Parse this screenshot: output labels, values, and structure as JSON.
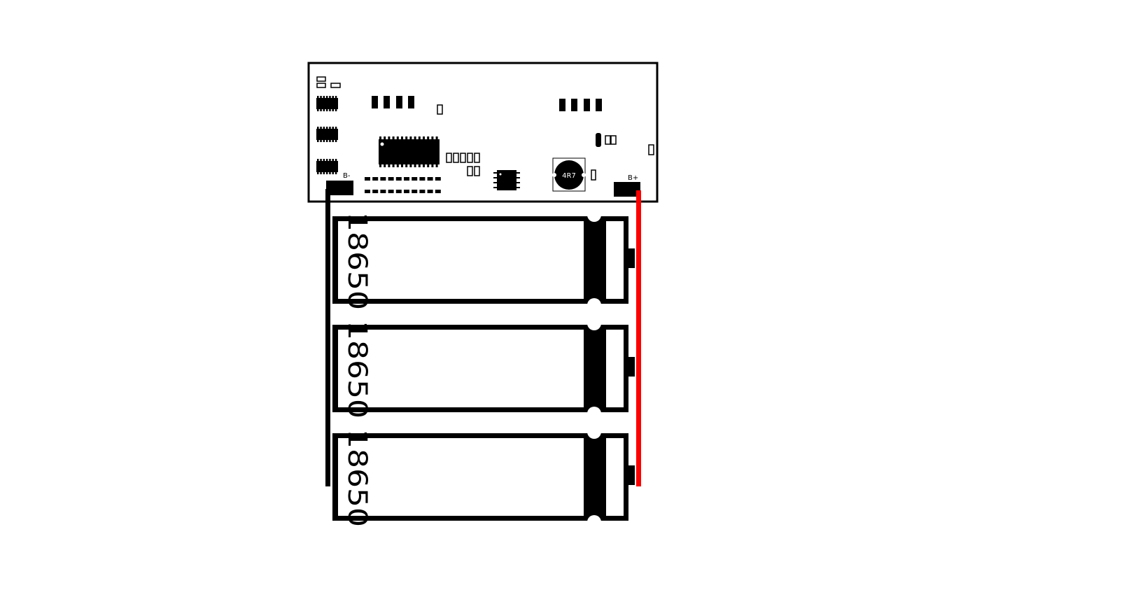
{
  "pcb": {
    "inductor_label": "4R7",
    "neg_terminal_label": "B-",
    "pos_terminal_label": "B+"
  },
  "cells": [
    {
      "label": "18650"
    },
    {
      "label": "18650"
    },
    {
      "label": "18650"
    }
  ],
  "colors": {
    "positive_wire": "#ff0000",
    "negative_wire": "#000000"
  }
}
